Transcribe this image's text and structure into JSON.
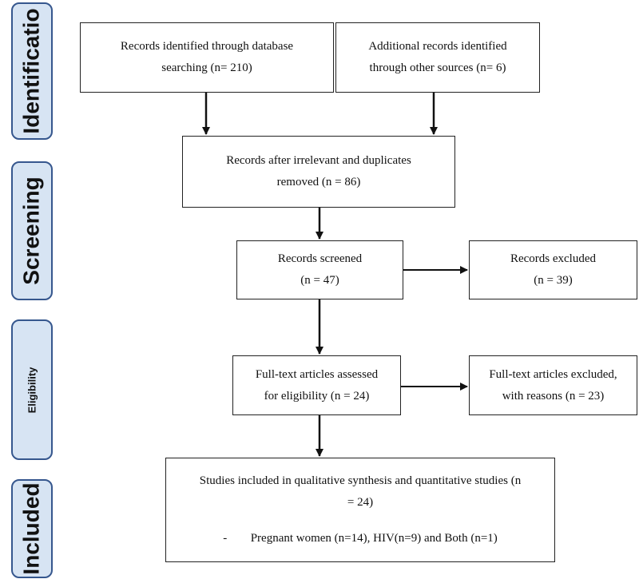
{
  "stages": [
    {
      "key": "identification",
      "label": "Identificatio"
    },
    {
      "key": "screening",
      "label": "Screening"
    },
    {
      "key": "eligibility",
      "label": "Eligibility"
    },
    {
      "key": "included",
      "label": "Included"
    }
  ],
  "boxes": {
    "database_search": {
      "line1": "Records identified through database",
      "line2": "searching (n= 210)"
    },
    "other_sources": {
      "line1": "Additional records identified",
      "line2": "through other sources (n= 6)"
    },
    "after_duplicates": {
      "line1": "Records after irrelevant and duplicates",
      "line2": "removed (n = 86)"
    },
    "screened": {
      "line1": "Records screened",
      "line2": "(n = 47)"
    },
    "excluded": {
      "line1": "Records excluded",
      "line2": "(n = 39)"
    },
    "fulltext_assessed": {
      "line1": "Full-text articles assessed",
      "line2": "for eligibility (n = 24)"
    },
    "fulltext_excluded": {
      "line1": "Full-text articles excluded,",
      "line2": "with reasons (n = 23)"
    },
    "included": {
      "line1": "Studies included in qualitative synthesis and quantitative studies (n",
      "line2": "= 24)",
      "bullet": "-",
      "detail": "Pregnant women (n=14), HIV(n=9) and Both (n=1)"
    }
  },
  "colors": {
    "stage_fill": "#d7e4f3",
    "stage_border": "#36578e",
    "box_border": "#222222",
    "arrow": "#111111"
  }
}
